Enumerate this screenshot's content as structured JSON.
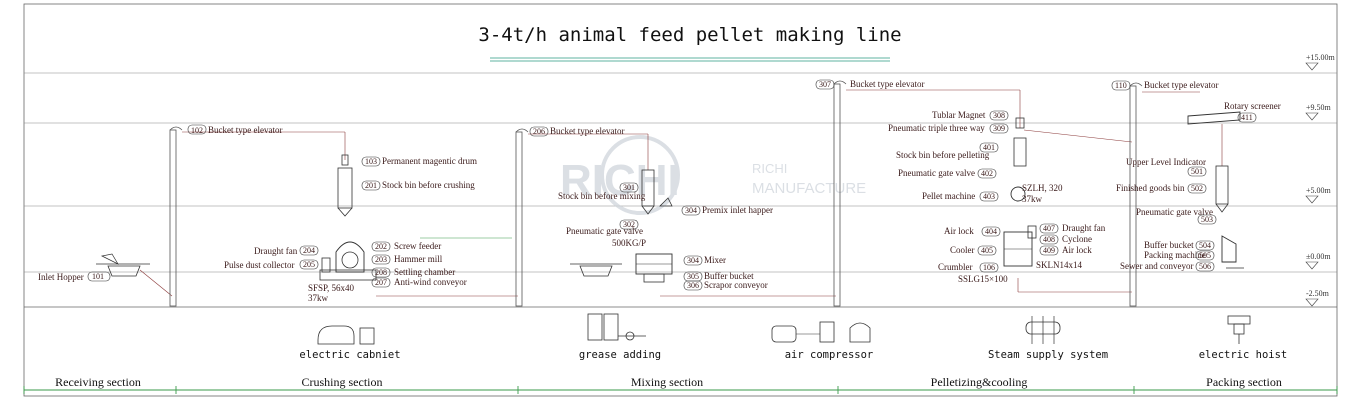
{
  "title": "3-4t/h animal feed pellet making line",
  "levels": [
    "+15.00m",
    "+9.50m",
    "+5.00m",
    "±0.00m",
    "-2.50m"
  ],
  "watermark": {
    "logo": "RICHI",
    "line1": "RICHI",
    "line2": "MANUFACTURE"
  },
  "sections": [
    "Receiving section",
    "Crushing section",
    "Mixing section",
    "Pelletizing&cooling",
    "Packing section"
  ],
  "equipment": [
    "electric cabniet",
    "grease adding",
    "air compressor",
    "Steam supply system",
    "electric hoist"
  ],
  "receiving": {
    "inlet_hopper": "Inlet Hopper",
    "inlet_no": "101"
  },
  "crushing": {
    "elevator_no": "102",
    "elevator": "Bucket type elevator",
    "drum_no": "103",
    "drum": "Permanent magentic drum",
    "bin_no": "201",
    "bin": "Stock bin before crushing",
    "draught_fan": "Draught fan",
    "draught_no": "204",
    "pulse": "Pulse dust collector",
    "pulse_no": "205",
    "screw_no": "202",
    "screw": "Screw feeder",
    "hammer_no": "203",
    "hammer": "Hammer mill",
    "settling_no": "208",
    "settling": "Settling chamber",
    "anti_no": "207",
    "anti": "Anti-wind conveyor",
    "model": "SFSP, 56x40",
    "power": "37kw"
  },
  "mixing": {
    "elevator_no": "206",
    "elevator": "Bucket type elevator",
    "bin_no": "301",
    "bin": "Stock bin before mixing",
    "premix_no": "304",
    "premix": "Premix inlet happer",
    "valve_no": "302",
    "valve": "Pneumatic gate valve",
    "capacity": "500KG/P",
    "mixer_no": "304",
    "mixer": "Mixer",
    "buffer_no": "305",
    "buffer": "Buffer bucket",
    "scraper_no": "306",
    "scraper": "Scrapor conveyor"
  },
  "pelletizing": {
    "elevator_no": "307",
    "elevator": "Bucket type elevator",
    "magnet": "Tublar Magnet",
    "magnet_no": "308",
    "triple": "Pneumatic triple three way",
    "triple_no": "309",
    "bin_no": "401",
    "bin": "Stock bin before pelleting",
    "valve": "Pneumatic gate valve",
    "valve_no": "402",
    "machine": "Pellet machine",
    "machine_no": "403",
    "model": "SZLH, 320",
    "power": "37kw",
    "airlock": "Air lock",
    "airlock_no": "404",
    "cooler": "Cooler",
    "cooler_no": "405",
    "crumbler": "Crumbler",
    "crumbler_no": "106",
    "crumbler_model": "SSLG15×100",
    "draught_no": "407",
    "draught": "Draught fan",
    "cyclone_no": "408",
    "cyclone": "Cyclone",
    "airlock2_no": "409",
    "airlock2": "Air lock",
    "cooler_model": "SKLN14x14"
  },
  "packing": {
    "elevator_no": "110",
    "elevator": "Bucket type elevator",
    "screener": "Rotary screener",
    "screener_no": "411",
    "indicator": "Upper Level Indicator",
    "indicator_no": "501",
    "finished": "Finished goods bin",
    "finished_no": "502",
    "valve": "Pneumatic gate valve",
    "valve_no": "503",
    "buffer": "Buffer bucket",
    "buffer_no": "504",
    "packing": "Packing machine",
    "packing_no": "505",
    "sewer": "Sewer and conveyor",
    "sewer_no": "506"
  }
}
